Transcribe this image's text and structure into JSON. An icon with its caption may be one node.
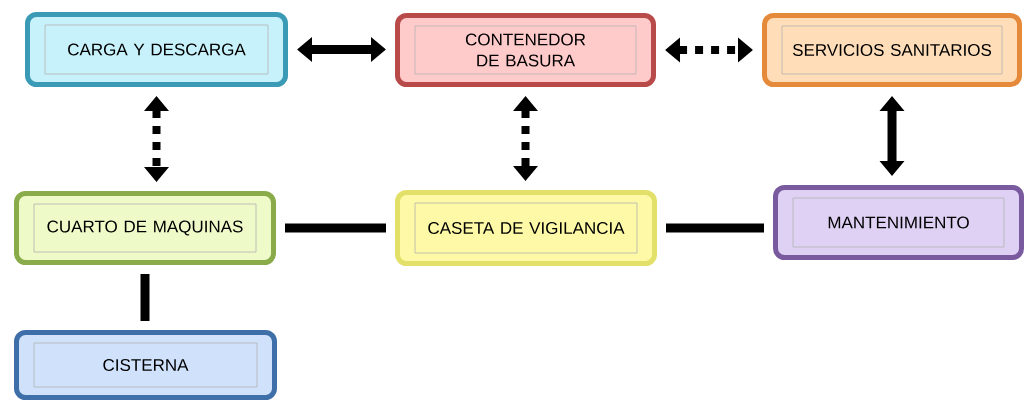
{
  "diagram": {
    "nodes": [
      {
        "text": [
          "CARGA Y DESCARGA"
        ]
      },
      {
        "text": [
          "CONTENEDOR DE BASURA"
        ]
      },
      {
        "text": [
          "SERVICIOS SANITARIOS"
        ]
      },
      {
        "text": [
          "CUARTO DE MAQUINAS"
        ]
      },
      {
        "text": [
          "CASETA DE VIGILANCIA"
        ]
      },
      {
        "text": [
          "MANTENIMIENTO"
        ]
      },
      {
        "text": [
          "CISTERNA"
        ]
      }
    ],
    "edges": [
      {
        "from": 0,
        "to": 1,
        "arrow": "both"
      },
      {
        "from": 1,
        "to": 2,
        "arrow": "both",
        "style": "dashed"
      },
      {
        "from": 0,
        "to": 3,
        "arrow": "both",
        "style": "dashed"
      },
      {
        "from": 1,
        "to": 4,
        "arrow": "both",
        "style": "dashed"
      },
      {
        "from": 2,
        "to": 5,
        "arrow": "both"
      },
      {
        "from": 3,
        "to": 4,
        "arrow": "none"
      },
      {
        "from": 4,
        "to": 5,
        "arrow": "none"
      },
      {
        "from": 3,
        "to": 6,
        "arrow": "none"
      }
    ]
  }
}
